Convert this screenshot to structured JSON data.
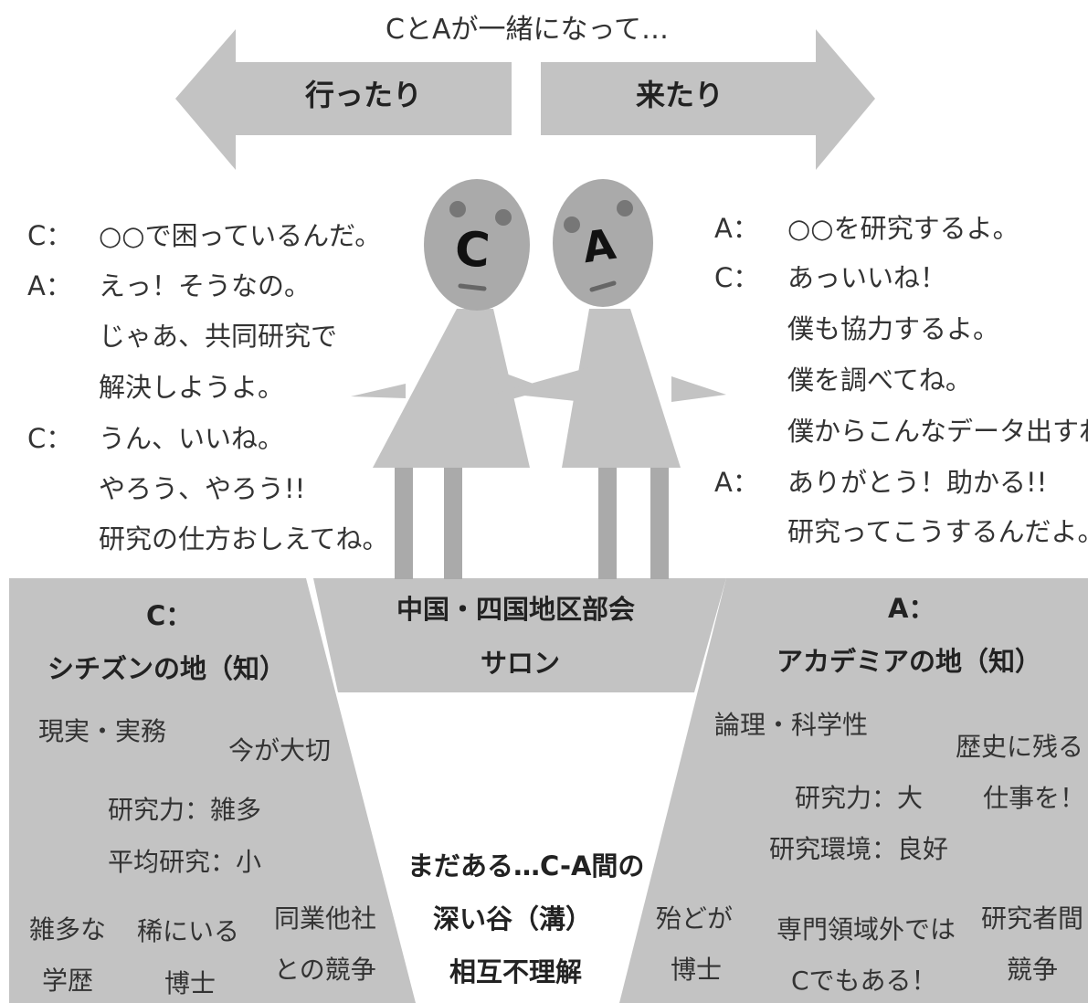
{
  "header": {
    "caption": "CとAが一緒になって…",
    "arrow_left": "行ったり",
    "arrow_right": "来たり"
  },
  "figures": {
    "c_letter": "C",
    "a_letter": "A"
  },
  "dialog_left": [
    {
      "speaker": "C：",
      "text": "○○で困っているんだ。"
    },
    {
      "speaker": "A：",
      "text": "えっ！そうなの。"
    },
    {
      "speaker": "",
      "text": "じゃあ、共同研究で"
    },
    {
      "speaker": "",
      "text": "解決しようよ。"
    },
    {
      "speaker": "C：",
      "text": "うん、いいね。"
    },
    {
      "speaker": "",
      "text": "やろう、やろう!!"
    },
    {
      "speaker": "",
      "text": "研究の仕方おしえてね。"
    }
  ],
  "dialog_right": [
    {
      "speaker": "A：",
      "text": "○○を研究するよ。"
    },
    {
      "speaker": "C：",
      "text": "あっいいね！"
    },
    {
      "speaker": "",
      "text": "僕も協力するよ。"
    },
    {
      "speaker": "",
      "text": "僕を調べてね。"
    },
    {
      "speaker": "",
      "text": "僕からこんなデータ出すね"
    },
    {
      "speaker": "A：",
      "text": "ありがとう！助かる!!"
    },
    {
      "speaker": "",
      "text": "研究ってこうするんだよ。"
    }
  ],
  "salon": {
    "line1": "中国・四国地区部会",
    "line2": "サロン"
  },
  "left_land": {
    "title1": "C：",
    "title2": "シチズンの地（知）",
    "t_reality": "現実・実務",
    "t_now": "今が大切",
    "t_power": "研究力：雑多",
    "t_average": "平均研究：小",
    "t_varied1": "雑多な",
    "t_varied2": "学歴",
    "t_rare1": "稀にいる",
    "t_rare2": "博士",
    "t_comp1": "同業他社",
    "t_comp2": "との競争"
  },
  "right_land": {
    "title1": "A：",
    "title2": "アカデミアの地（知）",
    "t_logic": "論理・科学性",
    "t_history1": "歴史に残る",
    "t_history2": "仕事を！",
    "t_power": "研究力：大",
    "t_env": "研究環境：良好",
    "t_mostly1": "殆どが",
    "t_mostly2": "博士",
    "t_outside1": "専門領域外では",
    "t_outside2": "Cでもある！",
    "t_researchers1": "研究者間",
    "t_researchers2": "競争"
  },
  "valley": {
    "line1": "まだある…C-A間の",
    "line2": "深い谷（溝）",
    "line3": "相互不理解"
  },
  "colors": {
    "gray": "#c3c3c3",
    "face": "#aaaaaa",
    "dark": "#666666",
    "text": "#333333"
  }
}
